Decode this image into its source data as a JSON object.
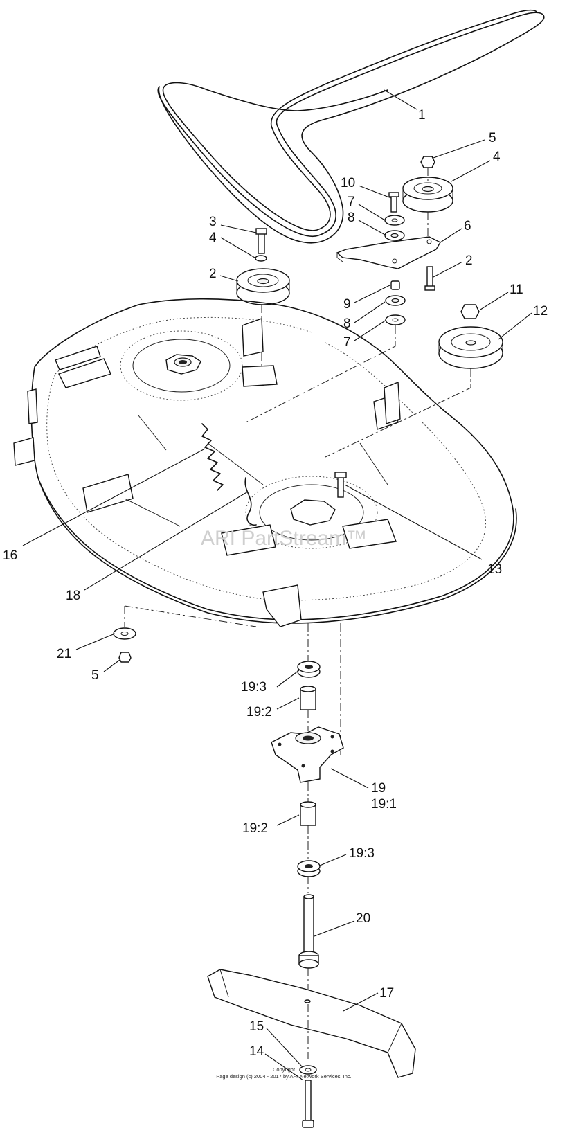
{
  "watermark": "ARI PartStream™",
  "copyright_line1": "Copyright",
  "copyright_line2": "Page design (c) 2004 - 2017 by ARI Network Services, Inc.",
  "callouts": [
    {
      "id": "c1",
      "label": "1"
    },
    {
      "id": "c5a",
      "label": "5"
    },
    {
      "id": "c4a",
      "label": "4"
    },
    {
      "id": "c10",
      "label": "10"
    },
    {
      "id": "c7a",
      "label": "7"
    },
    {
      "id": "c8a",
      "label": "8"
    },
    {
      "id": "c6",
      "label": "6"
    },
    {
      "id": "c2a",
      "label": "2"
    },
    {
      "id": "c3",
      "label": "3"
    },
    {
      "id": "c4b",
      "label": "4"
    },
    {
      "id": "c2b",
      "label": "2"
    },
    {
      "id": "c9",
      "label": "9"
    },
    {
      "id": "c8b",
      "label": "8"
    },
    {
      "id": "c7b",
      "label": "7"
    },
    {
      "id": "c11",
      "label": "11"
    },
    {
      "id": "c12",
      "label": "12"
    },
    {
      "id": "c16",
      "label": "16"
    },
    {
      "id": "c13",
      "label": "13"
    },
    {
      "id": "c18",
      "label": "18"
    },
    {
      "id": "c21",
      "label": "21"
    },
    {
      "id": "c5b",
      "label": "5"
    },
    {
      "id": "c193a",
      "label": "19:3"
    },
    {
      "id": "c192a",
      "label": "19:2"
    },
    {
      "id": "c19",
      "label": "19"
    },
    {
      "id": "c191",
      "label": "19:1"
    },
    {
      "id": "c192b",
      "label": "19:2"
    },
    {
      "id": "c193b",
      "label": "19:3"
    },
    {
      "id": "c20",
      "label": "20"
    },
    {
      "id": "c17",
      "label": "17"
    },
    {
      "id": "c15",
      "label": "15"
    },
    {
      "id": "c14",
      "label": "14"
    }
  ]
}
